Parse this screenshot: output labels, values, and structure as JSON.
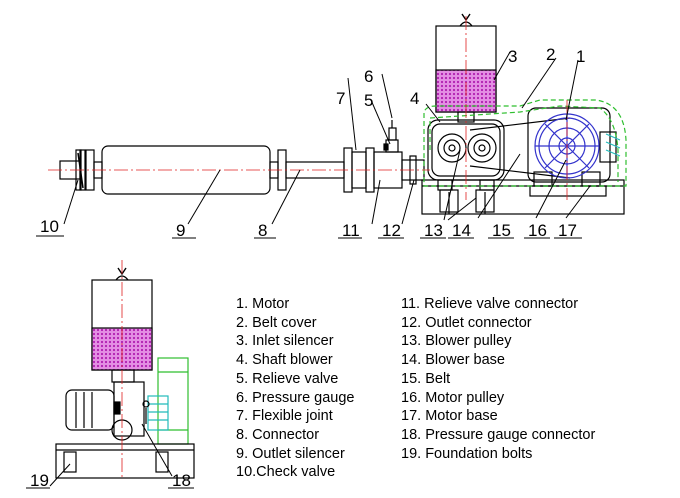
{
  "callouts_top": [
    "1",
    "2",
    "3",
    "4",
    "5",
    "6",
    "7",
    "8",
    "9",
    "10",
    "11",
    "12",
    "13",
    "14",
    "15",
    "16",
    "17"
  ],
  "callouts_side": [
    "18",
    "19"
  ],
  "legend": [
    {
      "n": "1.",
      "text": "Motor"
    },
    {
      "n": "2.",
      "text": "Belt cover"
    },
    {
      "n": "3.",
      "text": "Inlet silencer"
    },
    {
      "n": "4.",
      "text": "Shaft blower"
    },
    {
      "n": "5.",
      "text": "Relieve valve"
    },
    {
      "n": "6.",
      "text": "Pressure gauge"
    },
    {
      "n": "7.",
      "text": "Flexible joint"
    },
    {
      "n": "8.",
      "text": "Connector"
    },
    {
      "n": "9.",
      "text": "Outlet silencer"
    },
    {
      "n": "10.",
      "text": "Check valve"
    },
    {
      "n": "11.",
      "text": "Relieve valve connector"
    },
    {
      "n": "12.",
      "text": "Outlet connector"
    },
    {
      "n": "13.",
      "text": "Blower pulley"
    },
    {
      "n": "14.",
      "text": "Blower base"
    },
    {
      "n": "15.",
      "text": "Belt"
    },
    {
      "n": "16.",
      "text": "Motor pulley"
    },
    {
      "n": "17.",
      "text": "Motor base"
    },
    {
      "n": "18.",
      "text": "Pressure gauge connector"
    },
    {
      "n": "19.",
      "text": "Foundation bolts"
    }
  ],
  "colors": {
    "line": "#000000",
    "callout": "#2fbf2f",
    "axis": "#e02020",
    "silencer_fill": "#cc33cc",
    "pulley": "#3333cc",
    "cyan": "#22bbbb"
  }
}
